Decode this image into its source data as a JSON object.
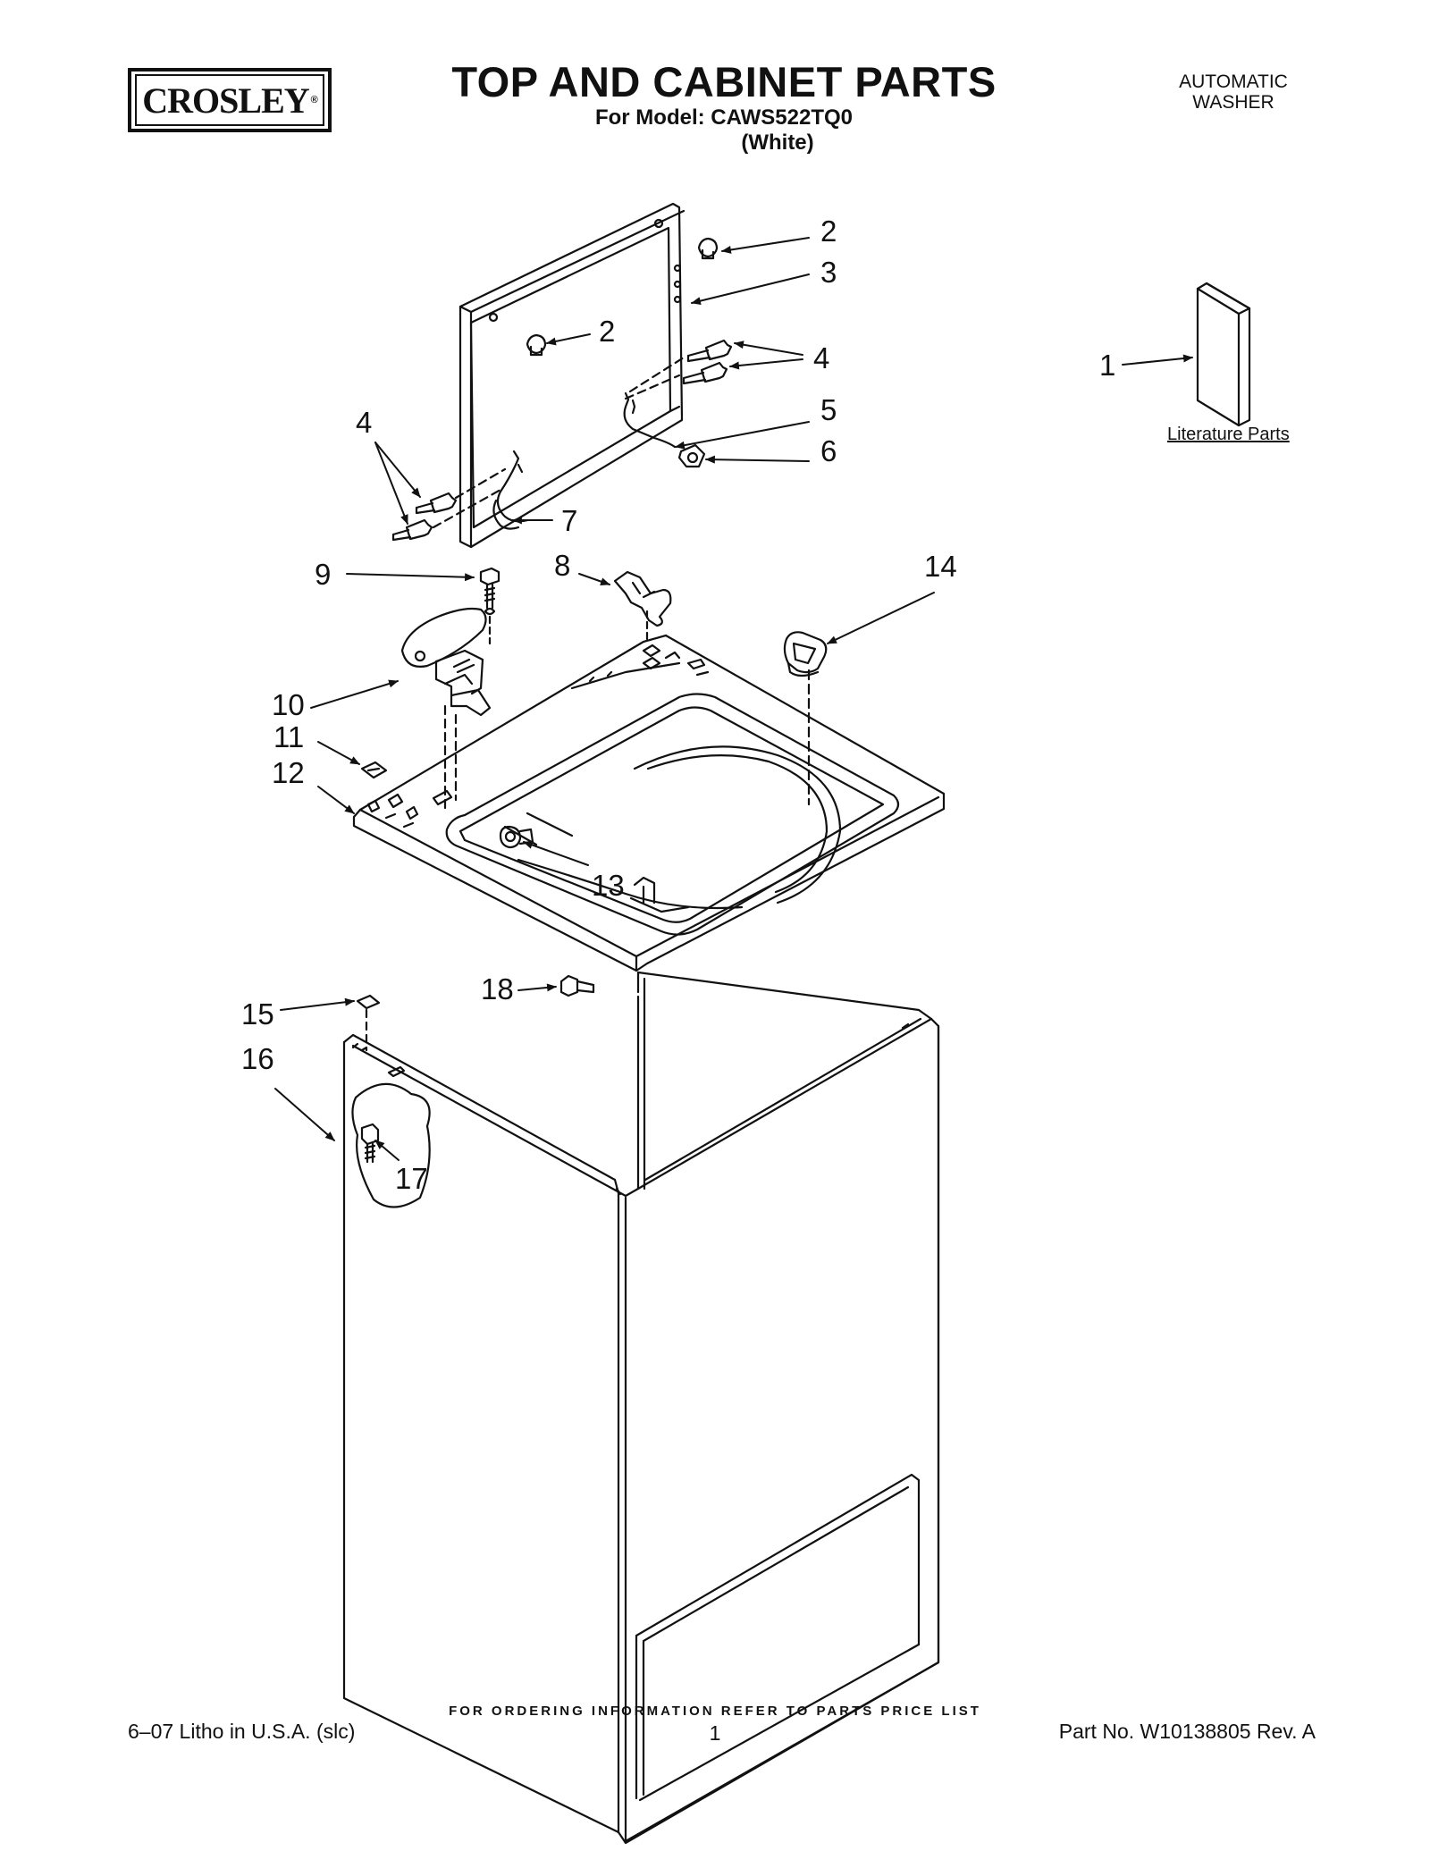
{
  "header": {
    "brand": "CROSLEY",
    "brand_mark": "®",
    "title": "TOP AND CABINET PARTS",
    "model_line": "For Model: CAWS522TQ0",
    "color_line": "(White)",
    "product_line1": "AUTOMATIC",
    "product_line2": "WASHER"
  },
  "callouts": {
    "c1": "1",
    "c2a": "2",
    "c2b": "2",
    "c3": "3",
    "c4a": "4",
    "c4b": "4",
    "c5": "5",
    "c6": "6",
    "c7": "7",
    "c8": "8",
    "c9": "9",
    "c10": "10",
    "c11": "11",
    "c12": "12",
    "c13": "13",
    "c14": "14",
    "c15": "15",
    "c16": "16",
    "c17": "17",
    "c18": "18"
  },
  "literature_label": "Literature Parts",
  "footer": {
    "ordering": "FOR ORDERING INFORMATION REFER TO PARTS PRICE LIST",
    "litho": "6–07 Litho in U.S.A. (slc)",
    "page": "1",
    "part_no": "Part No. W10138805 Rev. A"
  }
}
